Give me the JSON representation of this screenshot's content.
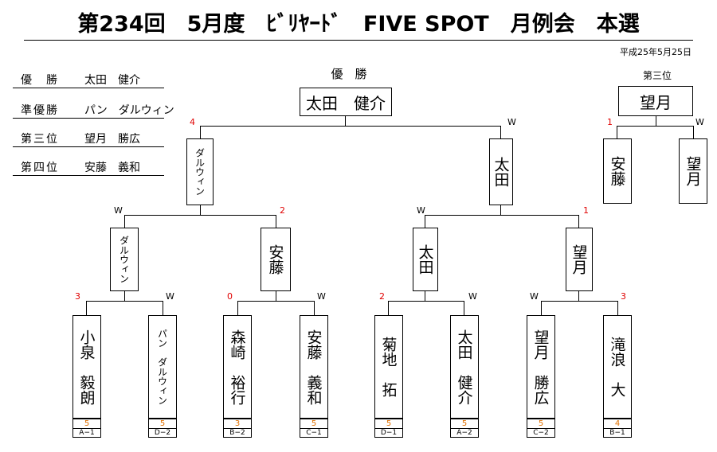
{
  "title": "第234回　5月度　ﾋﾞﾘﾔｰﾄﾞ　FIVE SPOT　月例会　本選",
  "date": "平成25年5月25日",
  "results": [
    {
      "label": "優　勝",
      "name": "太田　健介"
    },
    {
      "label": "準優勝",
      "name": "パン　ダルウィン"
    },
    {
      "label": "第三位",
      "name": "望月　勝広"
    },
    {
      "label": "第四位",
      "name": "安藤　義和"
    }
  ],
  "final": {
    "header": "優　勝",
    "winner": "太田　健介",
    "left_mark": "4",
    "right_mark": "W"
  },
  "third": {
    "header": "第三位",
    "winner": "望月",
    "left_mark": "1",
    "right_mark": "W",
    "left_name": "安藤",
    "right_name": "望月"
  },
  "semis": [
    {
      "name": "ダルウィン",
      "left_mark": "W",
      "right_mark": "2"
    },
    {
      "name": "太田",
      "left_mark": "W",
      "right_mark": "1"
    }
  ],
  "quarters": [
    {
      "name": "ダルウィン",
      "left_mark": "3",
      "right_mark": "W"
    },
    {
      "name": "安藤",
      "left_mark": "0",
      "right_mark": "W"
    },
    {
      "name": "太田",
      "left_mark": "2",
      "right_mark": "W"
    },
    {
      "name": "望月",
      "left_mark": "W",
      "right_mark": "3"
    }
  ],
  "players": [
    {
      "name": "小泉　毅朗",
      "score": "5",
      "seed": "A−1"
    },
    {
      "name": "パン　ダルウィン",
      "score": "5",
      "seed": "D−2"
    },
    {
      "name": "森崎　裕行",
      "score": "3",
      "seed": "B−2"
    },
    {
      "name": "安藤　義和",
      "score": "5",
      "seed": "C−1"
    },
    {
      "name": "菊地　拓",
      "score": "5",
      "seed": "D−1"
    },
    {
      "name": "太田　健介",
      "score": "5",
      "seed": "A−2"
    },
    {
      "name": "望月　勝広",
      "score": "5",
      "seed": "C−2"
    },
    {
      "name": "滝浪　大",
      "score": "4",
      "seed": "B−1"
    }
  ],
  "colors": {
    "loss_mark": "#e00000",
    "score": "#e07000"
  }
}
